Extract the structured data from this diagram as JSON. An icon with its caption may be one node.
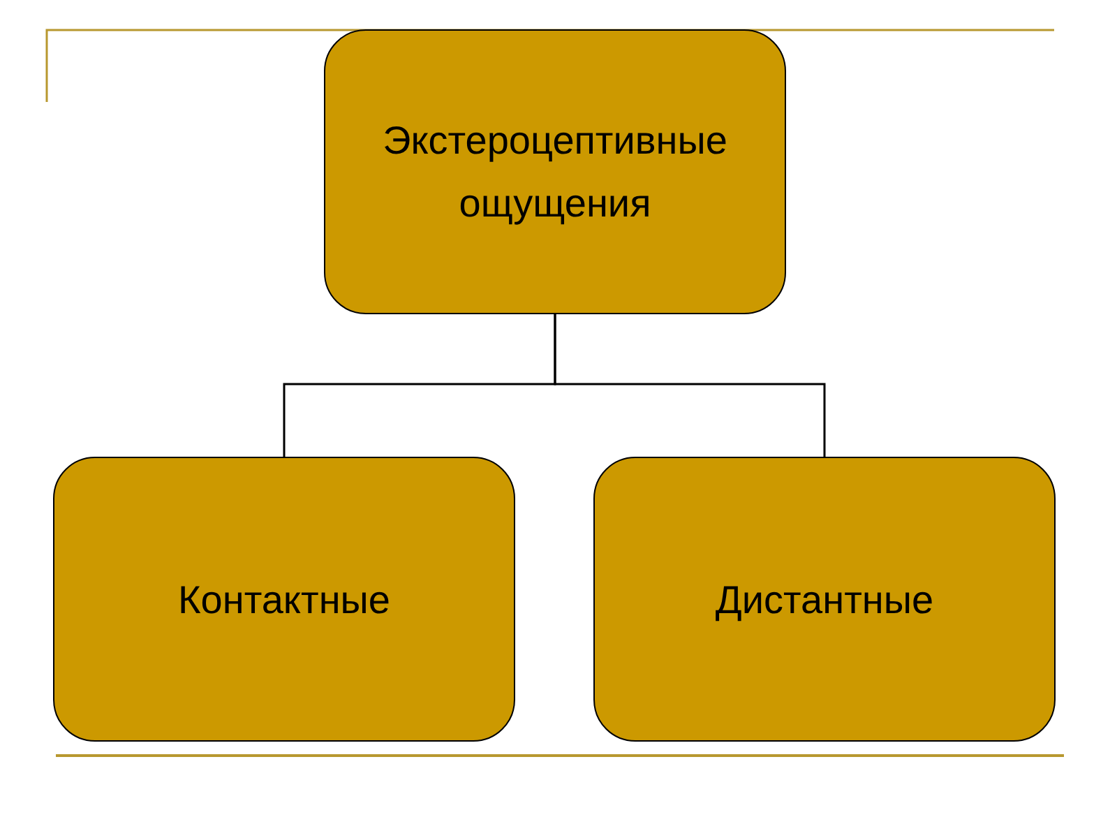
{
  "diagram": {
    "nodes": [
      {
        "text": [
          "Экстероцептивные ощущения"
        ]
      },
      {
        "text": [
          "Контактные"
        ]
      },
      {
        "text": [
          "Дистантные"
        ]
      }
    ],
    "edges": [
      {
        "from": 0,
        "to": 1,
        "arrow": "none"
      },
      {
        "from": 0,
        "to": 2,
        "arrow": "none"
      }
    ]
  }
}
